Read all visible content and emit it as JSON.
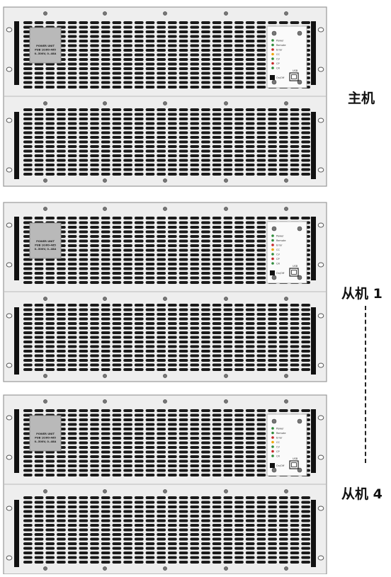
{
  "title": "",
  "units": [
    {
      "name": "主机",
      "plate": [
        "POWER UNIT",
        "PUB 10/60-465",
        "0..500V, 0..48A"
      ],
      "leds": [
        {
          "label": "Power",
          "color": "#2e8b3a"
        },
        {
          "label": "Remote",
          "color": "#2e8b3a"
        },
        {
          "label": "Error",
          "color": "#c62828"
        },
        {
          "label": "CC",
          "color": "#f0a500"
        },
        {
          "label": "CV",
          "color": "#2e8b3a"
        },
        {
          "label": "CP",
          "color": "#c62828"
        },
        {
          "label": "CR",
          "color": "#2e8b3a"
        }
      ],
      "usb_label": "USB",
      "switch_label": "On/Off"
    },
    {
      "name": "从机 1",
      "plate": [
        "POWER UNIT",
        "PUB 10/60-465",
        "0..500V, 0..48A"
      ],
      "leds": [
        {
          "label": "Power",
          "color": "#2e8b3a"
        },
        {
          "label": "Remote",
          "color": "#2e8b3a"
        },
        {
          "label": "Error",
          "color": "#c62828"
        },
        {
          "label": "CC",
          "color": "#f0a500"
        },
        {
          "label": "CV",
          "color": "#2e8b3a"
        },
        {
          "label": "CP",
          "color": "#c62828"
        },
        {
          "label": "CR",
          "color": "#2e8b3a"
        }
      ],
      "usb_label": "USB",
      "switch_label": "On/Off"
    },
    {
      "name": "从机 4",
      "plate": [
        "POWER UNIT",
        "PUB 10/60-465",
        "0..500V, 0..48A"
      ],
      "leds": [
        {
          "label": "Power",
          "color": "#2e8b3a"
        },
        {
          "label": "Remote",
          "color": "#2e8b3a"
        },
        {
          "label": "Error",
          "color": "#c62828"
        },
        {
          "label": "CC",
          "color": "#f0a500"
        },
        {
          "label": "CV",
          "color": "#2e8b3a"
        },
        {
          "label": "CP",
          "color": "#c62828"
        },
        {
          "label": "CR",
          "color": "#2e8b3a"
        }
      ],
      "usb_label": "USB",
      "switch_label": "On/Off"
    }
  ],
  "colors": {
    "panel": "#eeeeee",
    "panel_border": "#999999",
    "vent": "#1a1a1a",
    "plate": "#b9b9b9",
    "screw": "#777777"
  }
}
